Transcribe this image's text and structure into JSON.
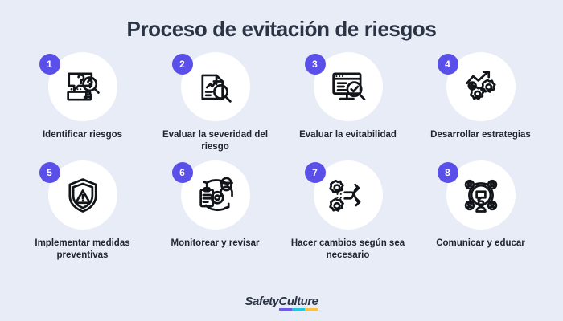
{
  "header": {
    "title": "Proceso de evitación de riesgos"
  },
  "colors": {
    "background": "#e8ecf7",
    "badge": "#5b4fe9",
    "circle": "#ffffff",
    "text": "#2b3445",
    "icon_stroke": "#111418",
    "logo_underline_1": "#6c5ce7",
    "logo_underline_2": "#26c6da",
    "logo_underline_3": "#f5c244"
  },
  "steps": [
    {
      "number": "1",
      "label": "Identificar riesgos",
      "icon": "speech-bubble-question-magnifier-hand-icon"
    },
    {
      "number": "2",
      "label": "Evaluar la severidad del riesgo",
      "icon": "document-magnifier-icon"
    },
    {
      "number": "3",
      "label": "Evaluar la evitabilidad",
      "icon": "monitor-magnifier-check-icon"
    },
    {
      "number": "4",
      "label": "Desarrollar estrategias",
      "icon": "gears-growth-arrow-icon"
    },
    {
      "number": "5",
      "label": "Implementar medidas preventivas",
      "icon": "shield-warning-icon"
    },
    {
      "number": "6",
      "label": "Monitorear y revisar",
      "icon": "clipboard-gear-worker-arrows-icon"
    },
    {
      "number": "7",
      "label": "Hacer cambios según sea necesario",
      "icon": "gears-diverging-arrows-icon"
    },
    {
      "number": "8",
      "label": "Comunicar y educar",
      "icon": "people-network-chat-icon"
    }
  ],
  "footer": {
    "logo_part1": "Safety",
    "logo_part2": "Culture"
  }
}
